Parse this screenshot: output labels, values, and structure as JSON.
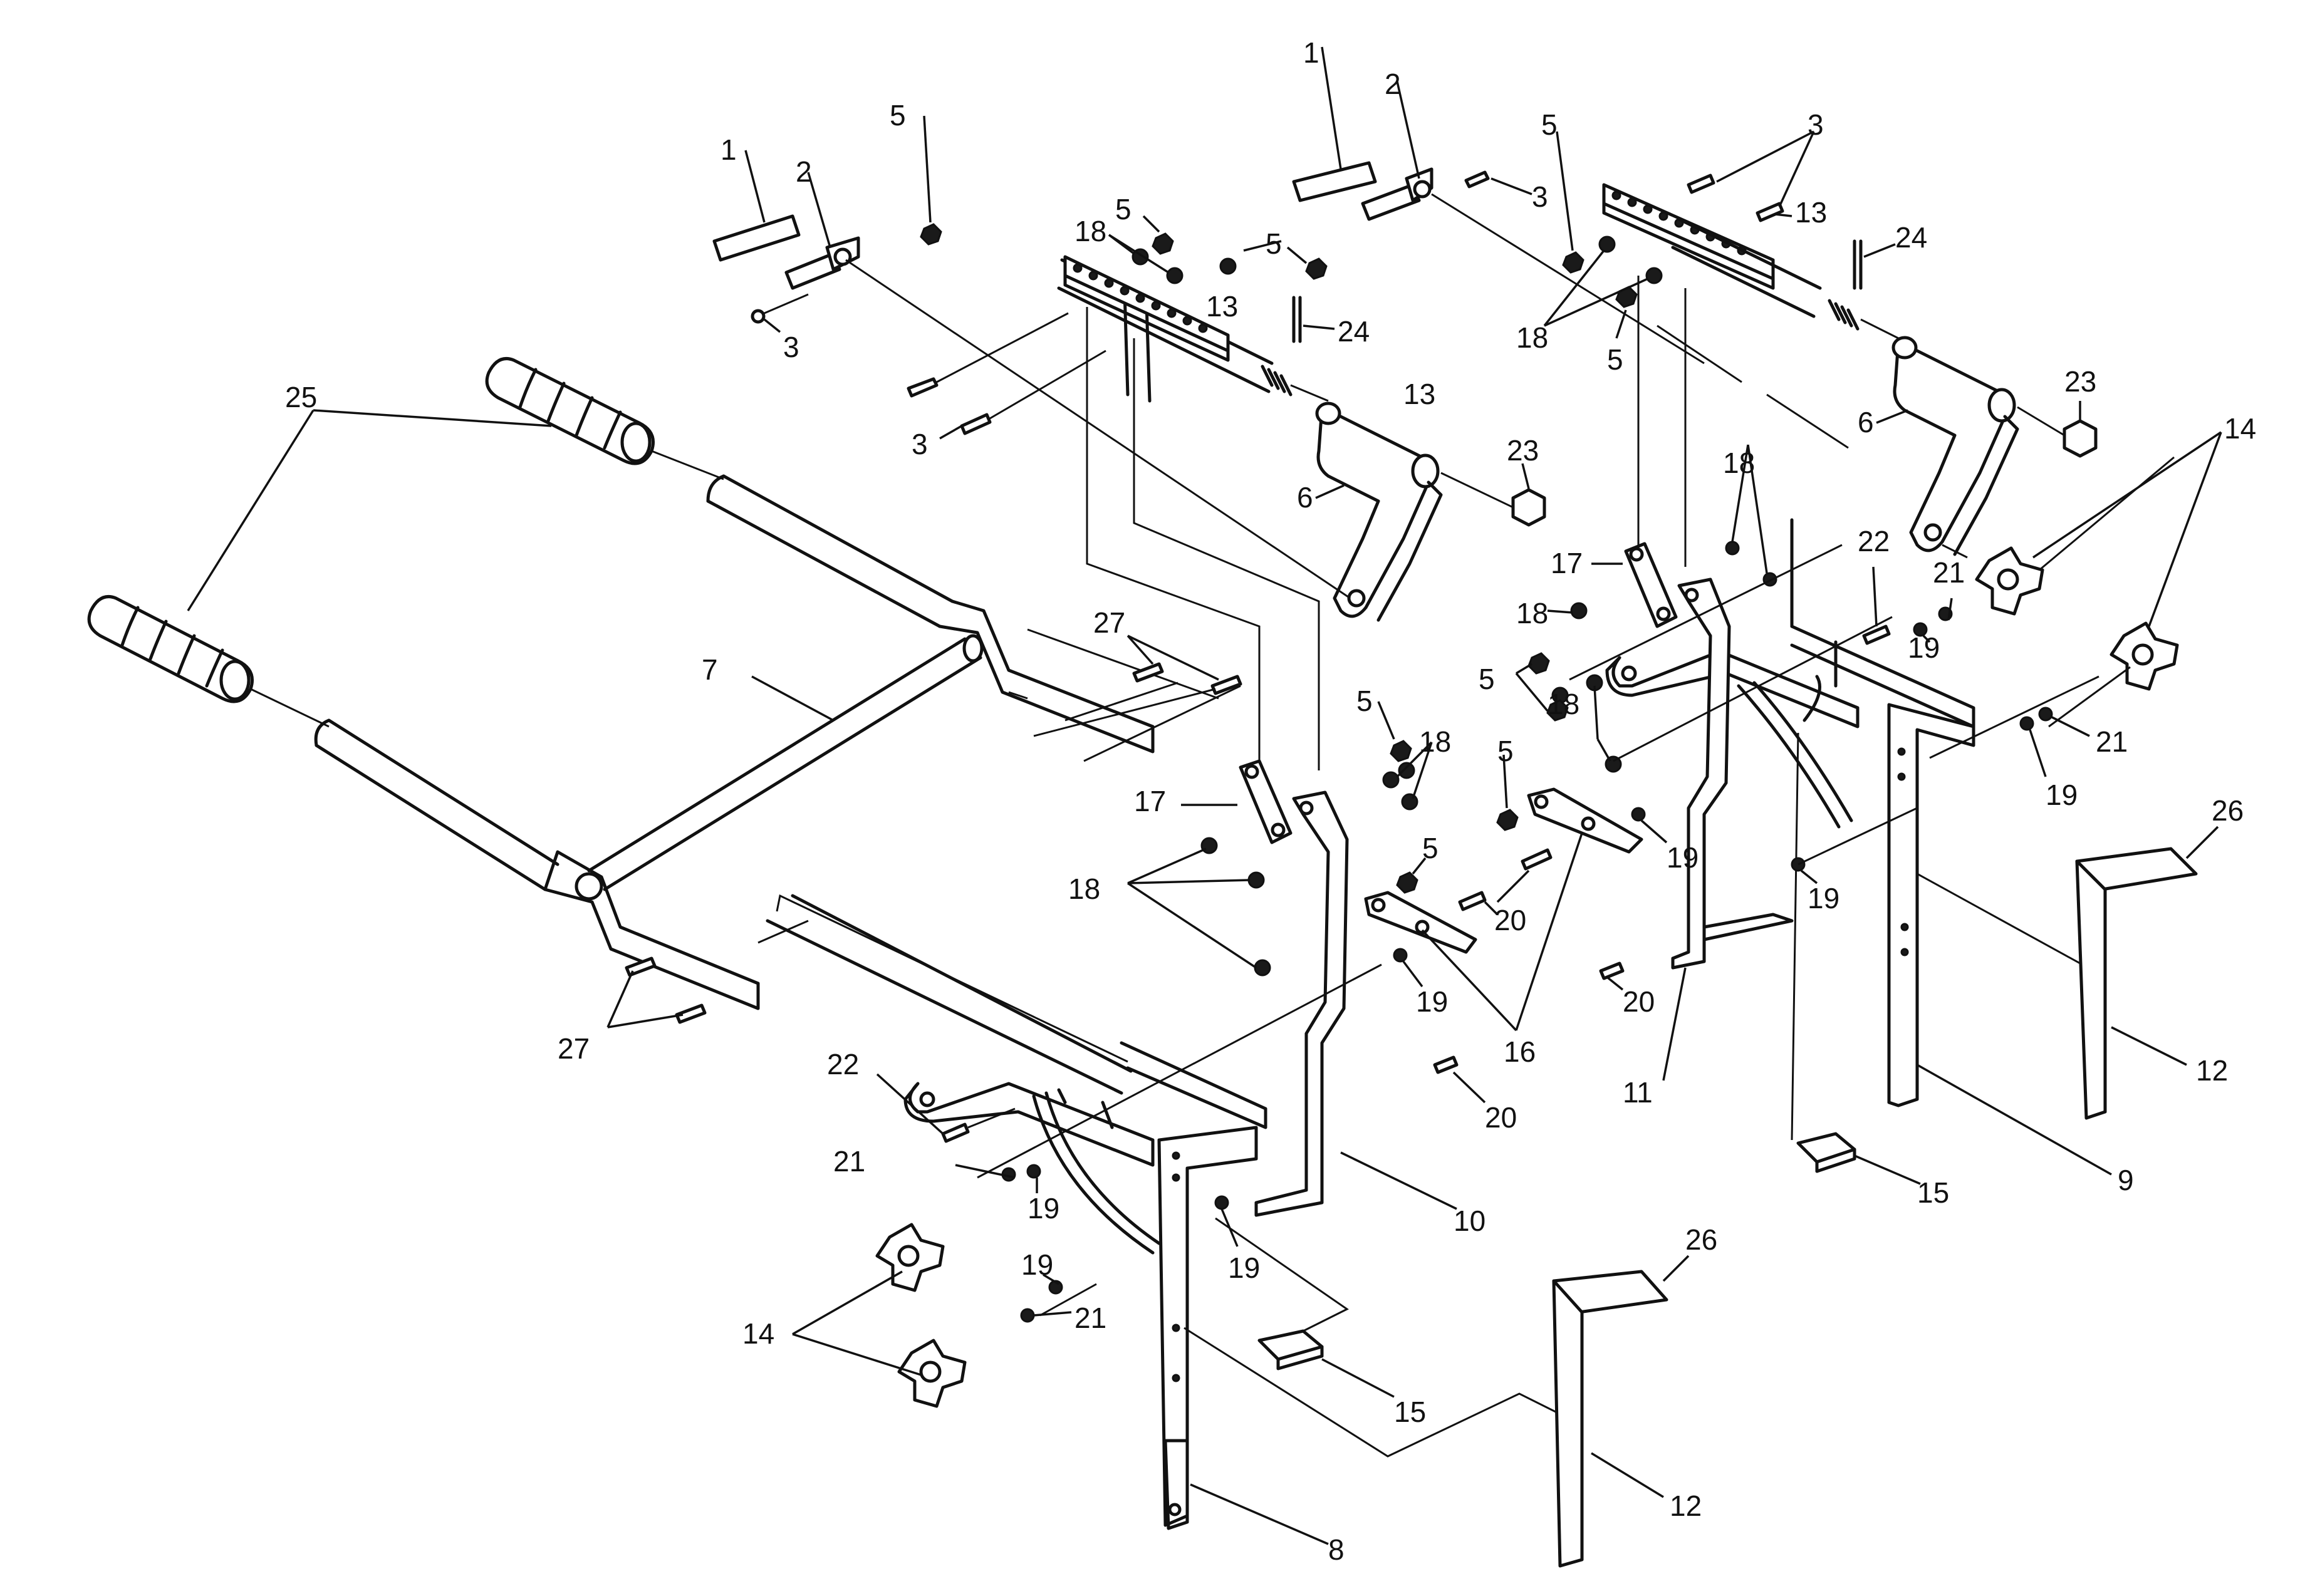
{
  "figure": {
    "callouts": [
      "1",
      "2",
      "3",
      "5",
      "6",
      "7",
      "8",
      "9",
      "10",
      "11",
      "12",
      "13",
      "14",
      "15",
      "16",
      "17",
      "18",
      "19",
      "20",
      "21",
      "22",
      "23",
      "24",
      "25",
      "26",
      "27"
    ]
  },
  "colors": {
    "line": "#111111",
    "background": "#ffffff"
  }
}
